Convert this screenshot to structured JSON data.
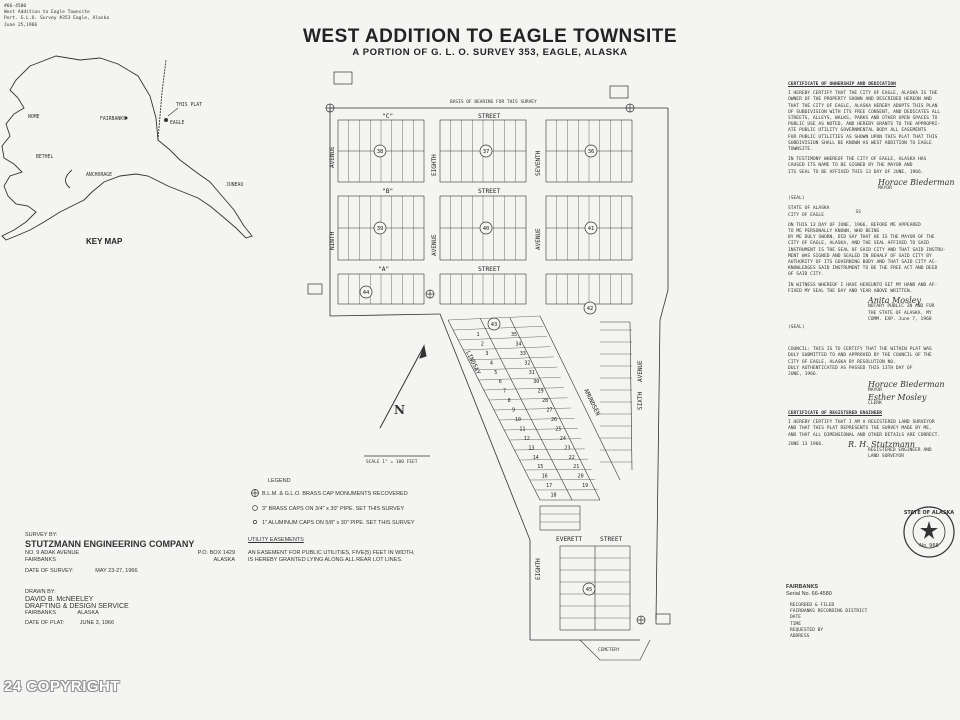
{
  "header_note": [
    "#66-4580",
    "West Addition to Eagle Townsite",
    "Port. G.L.O. Survey #353 Eagle, Alaska",
    "June 25,1966"
  ],
  "title": "WEST ADDITION TO EAGLE TOWNSITE",
  "subtitle": "A PORTION OF G. L. O. SURVEY 353, EAGLE, ALASKA",
  "key_map": {
    "label": "KEY MAP",
    "places": [
      "NOME",
      "FAIRBANKS",
      "EAGLE",
      "THIS PLAT",
      "ANCHORAGE",
      "JUNEAU",
      "BETHEL"
    ]
  },
  "streets": [
    "\"C\"",
    "STREET",
    "\"B\"",
    "STREET",
    "\"A\"",
    "STREET",
    "EVERETT",
    "STREET"
  ],
  "avenues": [
    "AVENUE",
    "NINTH",
    "EIGHTH",
    "AVENUE",
    "SEVENTH",
    "AVENUE",
    "SIXTH",
    "AVENUE",
    "AMUNDSEN",
    "LINDSAY",
    "EIGHTH"
  ],
  "blocks": [
    "38",
    "37",
    "36",
    "39",
    "40",
    "41",
    "44",
    "43",
    "42",
    "45"
  ],
  "lots_diagonal": [
    "1",
    "35",
    "2",
    "34",
    "3",
    "33",
    "4",
    "32",
    "5",
    "31",
    "6",
    "30",
    "7",
    "29",
    "8",
    "28",
    "9",
    "27",
    "10",
    "26",
    "11",
    "25",
    "12",
    "24",
    "13",
    "23",
    "14",
    "22",
    "15",
    "21",
    "16",
    "20",
    "17",
    "19",
    "18"
  ],
  "misc_labels": {
    "bearing": "BASIS OF BEARING FOR THIS SURVEY",
    "scale": "SCALE 1\" = 100 FEET",
    "cemetery": "CEMETERY",
    "north": "N"
  },
  "legend": {
    "title": "LEGEND",
    "items": [
      "B.L.M. & G.L.O. BRASS CAP MONUMENTS RECOVERED",
      "3\" BRASS CAPS ON 3/4\" x 30\" PIPE. SET THIS SURVEY",
      "1\" ALUMINUM CAPS ON 5/8\" x 30\" PIPE. SET THIS SURVEY"
    ],
    "easements_title": "UTILITY EASEMENTS",
    "easements_text": [
      "AN EASEMENT FOR PUBLIC UTILITIES, FIVE(5) FEET IN WIDTH,",
      "IS HEREBY GRANTED LYING ALONG ALL REAR LOT LINES."
    ]
  },
  "surveyor": {
    "label": "SURVEY BY:",
    "company": "STUTZMANN ENGINEERING COMPANY",
    "address1": "NO. 9 ADAK AVENUE",
    "address2": "P.O. BOX 1429",
    "city": "FAIRBANKS",
    "state": "ALASKA",
    "date_label": "DATE OF SURVEY:",
    "date": "MAY 23-27, 1966"
  },
  "drafter": {
    "label": "DRAWN BY:",
    "name": "DAVID B. McNEELEY",
    "company": "DRAFTING & DESIGN SERVICE",
    "city": "FAIRBANKS",
    "state": "ALASKA",
    "date_label": "DATE OF PLAT:",
    "date": "JUNE 3, 1966"
  },
  "certificate": {
    "ownership_title": "CERTIFICATE OF OWNERSHIP AND DEDICATION",
    "ownership_text": [
      "I HEREBY CERTIFY THAT THE CITY OF EAGLE, ALASKA IS THE",
      "OWNER OF THE PROPERTY SHOWN AND DESCRIBED HEREON AND",
      "THAT THE CITY OF EAGLE, ALASKA HEREBY ADOPTS THIS PLAN",
      "OF SUBDIVISION WITH ITS FREE CONSENT, AND DEDICATES ALL",
      "STREETS, ALLEYS, WALKS, PARKS AND OTHER OPEN SPACES TO",
      "PUBLIC USE AS NOTED, AND HEREBY GRANTS TO THE APPROPRI-",
      "ATE PUBLIC UTILITY GOVERNMENTAL BODY ALL EASEMENTS",
      "FOR PUBLIC UTILITIES AS SHOWN UPON THIS PLAT THAT THIS",
      "SUBDIVISION SHALL BE KNOWN AS WEST ADDITION TO EAGLE",
      "TOWNSITE."
    ],
    "witness_text": [
      "IN TESTIMONY WHEREOF THE CITY OF EAGLE, ALASKA HAS",
      "CAUSED ITS NAME TO BE SIGNED BY THE MAYOR AND",
      "ITS SEAL TO BE AFFIXED THIS 13 DAY OF JUNE, 1966."
    ],
    "mayor_sig": "Horace Biederman",
    "mayor_label": "MAYOR",
    "seal_label": "(SEAL)",
    "state_lines": [
      "STATE OF ALASKA",
      "CITY OF EAGLE"
    ],
    "ss": "SS",
    "ack_text": [
      "ON THIS 13 DAY OF JUNE, 1966, BEFORE ME APPEARED",
      "TO ME PERSONALLY KNOWN, WHO BEING",
      "BY ME DULY SWORN, DID SAY THAT HE IS THE MAYOR OF THE",
      "CITY OF EAGLE, ALASKA, AND THE SEAL AFFIXED TO SAID",
      "INSTRUMENT IS THE SEAL OF SAID CITY AND THAT SAID INSTRU-",
      "MENT WAS SIGNED AND SEALED IN BEHALF OF SAID CITY BY",
      "AUTHORITY OF ITS GOVERNING BODY AND THAT SAID CITY AC-",
      "KNOWLEDGES SAID INSTRUMENT TO BE THE FREE ACT AND DEED",
      "OF SAID CITY."
    ],
    "witness2_text": [
      "IN WITNESS WHEREOF I HAVE HEREUNTO SET MY HAND AND AF-",
      "FIXED MY SEAL THE DAY AND YEAR ABOVE WRITTEN."
    ],
    "notary_sig": "Anita Mosley",
    "notary_text": [
      "NOTARY PUBLIC IN AND FOR",
      "THE STATE OF ALASKA. MY",
      "COMM. EXP. June 7, 1968"
    ],
    "seal_label2": "(SEAL)",
    "council_text": [
      "COUNCIL: THIS IS TO CERTIFY THAT THE WITHIN PLAT WAS",
      "DULY SUBMITTED TO AND APPROVED BY THE COUNCIL OF THE",
      "CITY OF EAGLE, ALASKA BY RESOLUTION NO.",
      "DULY AUTHENTICATED AS PASSED THIS 13TH DAY OF",
      "JUNE, 1966."
    ],
    "council_sig1": "Horace Biederman",
    "council_sig1_label": "MAYOR",
    "council_sig2": "Esther Mosley",
    "council_sig2_label": "CLERK",
    "engineer_title": "CERTIFICATE OF REGISTERED ENGINEER",
    "engineer_text": [
      "I HEREBY CERTIFY THAT I AM A REGISTERED LAND SURVEYOR",
      "AND THAT THIS PLAT REPRESENTS THE SURVEY MADE BY ME,",
      "AND THAT ALL DIMENSIONAL AND OTHER DETAILS ARE CORRECT."
    ],
    "engineer_date": "JUNE 13 1966.",
    "engineer_sig": "R. H. Stutzmann",
    "engineer_label": [
      "REGISTERED ENGINEER AND",
      "LAND SURVEYOR"
    ]
  },
  "seal_text": [
    "STATE OF ALASKA",
    "No. 966"
  ],
  "fairbanks_block": [
    "FAIRBANKS",
    "Serial No. 66-4580"
  ],
  "recording": [
    "RECORDED & FILED",
    "FAIRBANKS RECORDING DISTRICT",
    "DATE",
    "TIME",
    "REQUESTED BY",
    "ADDRESS"
  ],
  "copyright": "24 COPYRIGHT"
}
